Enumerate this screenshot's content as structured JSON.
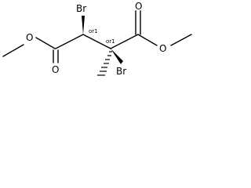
{
  "molecule": {
    "atoms": {
      "br_top": "Br",
      "br_bottom": "Br",
      "o_left_ether": "O",
      "o_left_carbonyl": "O",
      "o_right_ether": "O",
      "o_right_carbonyl": "O"
    },
    "stereo_labels": {
      "c2": "or1",
      "c3": "or1"
    }
  }
}
